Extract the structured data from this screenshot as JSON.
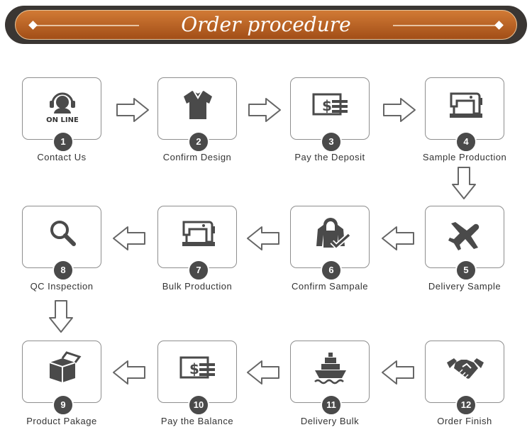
{
  "header": {
    "title": "Order procedure"
  },
  "steps": [
    {
      "num": "1",
      "label": "Contact Us",
      "icon": "online-support-icon",
      "icon_text": "ON LINE"
    },
    {
      "num": "2",
      "label": "Confirm Design",
      "icon": "polo-shirt-icon"
    },
    {
      "num": "3",
      "label": "Pay the Deposit",
      "icon": "money-bill-icon"
    },
    {
      "num": "4",
      "label": "Sample Production",
      "icon": "sewing-machine-icon"
    },
    {
      "num": "5",
      "label": "Delivery Sample",
      "icon": "airplane-icon"
    },
    {
      "num": "6",
      "label": "Confirm Sampale",
      "icon": "jacket-check-icon"
    },
    {
      "num": "7",
      "label": "Bulk Production",
      "icon": "sewing-machine-icon"
    },
    {
      "num": "8",
      "label": "QC Inspection",
      "icon": "magnifier-icon"
    },
    {
      "num": "9",
      "label": "Product Pakage",
      "icon": "package-box-icon"
    },
    {
      "num": "10",
      "label": "Pay the Balance",
      "icon": "money-bill-icon"
    },
    {
      "num": "11",
      "label": "Delivery Bulk",
      "icon": "ship-icon"
    },
    {
      "num": "12",
      "label": "Order Finish",
      "icon": "handshake-icon"
    }
  ]
}
